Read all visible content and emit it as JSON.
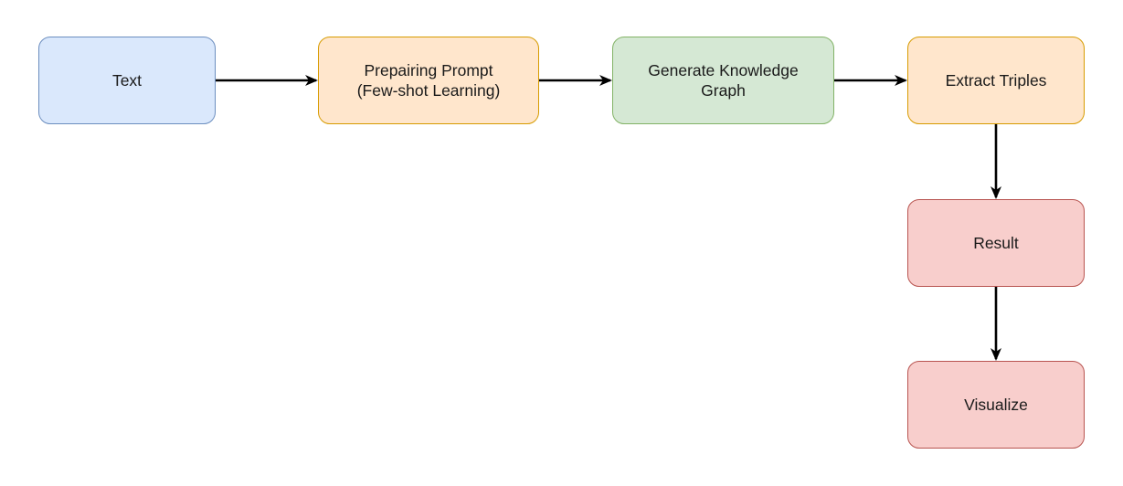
{
  "nodes": {
    "text": {
      "label": "Text",
      "fill": "#dae8fc",
      "stroke": "#6c8ebf"
    },
    "prompt": {
      "label": "Prepairing Prompt\n(Few-shot Learning)",
      "fill": "#ffe6cc",
      "stroke": "#d79b00"
    },
    "generate": {
      "label": "Generate Knowledge\nGraph",
      "fill": "#d5e8d4",
      "stroke": "#82b366"
    },
    "extract": {
      "label": "Extract Triples",
      "fill": "#ffe6cc",
      "stroke": "#d79b00"
    },
    "result": {
      "label": "Result",
      "fill": "#f8cecc",
      "stroke": "#b85450"
    },
    "visualize": {
      "label": "Visualize",
      "fill": "#f8cecc",
      "stroke": "#b85450"
    }
  },
  "edges": [
    {
      "from": "text",
      "to": "prompt"
    },
    {
      "from": "prompt",
      "to": "generate"
    },
    {
      "from": "generate",
      "to": "extract"
    },
    {
      "from": "extract",
      "to": "result"
    },
    {
      "from": "result",
      "to": "visualize"
    }
  ],
  "edge_color": "#000000"
}
